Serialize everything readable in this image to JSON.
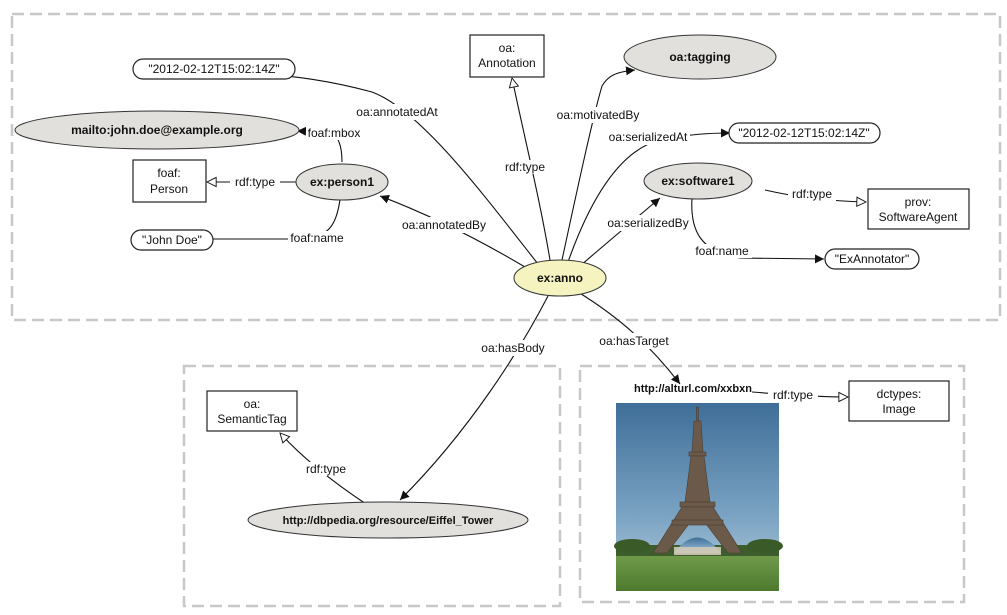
{
  "nodes": {
    "anno": "ex:anno",
    "annotation_cls": [
      "oa:",
      "Annotation"
    ],
    "tagging": "oa:tagging",
    "annotated_at_lit": "\"2012-02-12T15:02:14Z\"",
    "mailto": "mailto:john.doe@example.org",
    "person1": "ex:person1",
    "person_cls": [
      "foaf:",
      "Person"
    ],
    "john_doe_lit": "\"John Doe\"",
    "serialized_at_lit": "\"2012-02-12T15:02:14Z\"",
    "software1": "ex:software1",
    "software_agent_cls": [
      "prov:",
      "SoftwareAgent"
    ],
    "exannotator_lit": "\"ExAnnotator\"",
    "semantic_tag_cls": [
      "oa:",
      "SemanticTag"
    ],
    "eiffel_tower": "http://dbpedia.org/resource/Eiffel_Tower",
    "target_url": "http://alturl.com/xxbxn",
    "image_cls": [
      "dctypes:",
      "Image"
    ]
  },
  "edges": {
    "annotated_at": "oa:annotatedAt",
    "foaf_mbox": "foaf:mbox",
    "person_type": "rdf:type",
    "foaf_name_person": "foaf:name",
    "annotated_by": "oa:annotatedBy",
    "anno_type": "rdf:type",
    "motivated_by": "oa:motivatedBy",
    "serialized_at": "oa:serializedAt",
    "serialized_by": "oa:serializedBy",
    "software_type": "rdf:type",
    "foaf_name_software": "foaf:name",
    "has_body": "oa:hasBody",
    "has_target": "oa:hasTarget",
    "body_type": "rdf:type",
    "target_type": "rdf:type"
  },
  "image": {
    "depicts": "eiffel-tower-photo"
  }
}
